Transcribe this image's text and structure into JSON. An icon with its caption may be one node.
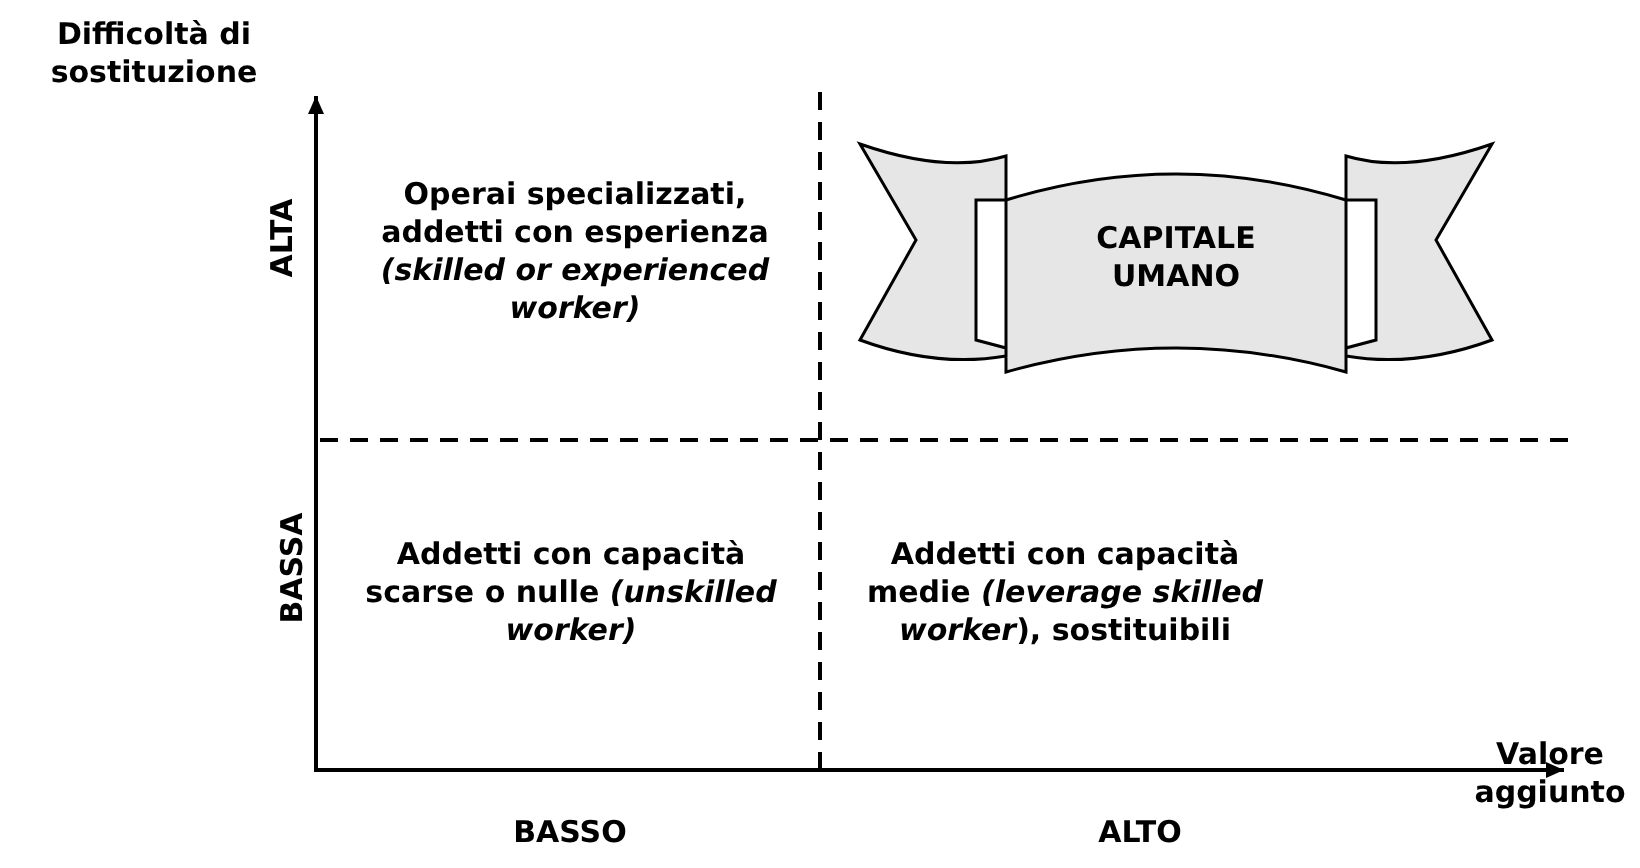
{
  "diagram": {
    "nodes": [
      {
        "text": [
          "CAPITALE UMANO"
        ]
      }
    ],
    "labels": [
      "Difficoltà di sostituzione",
      "ALTA",
      "Operai specializzati, addetti con esperienza *(skilled or experienced worker)*",
      "BASSA",
      "Addetti con capacità scarse o nulle *(unskilled worker)*",
      "Addetti con capacità medie *(leverage skilled worker*), sostituibili",
      "Valore aggiunto",
      "BASSO",
      "ALTO"
    ]
  }
}
